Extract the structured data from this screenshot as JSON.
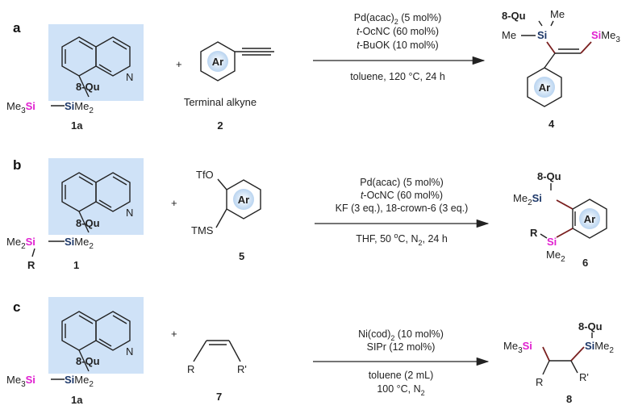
{
  "colors": {
    "highlight": "#cfe2f7",
    "si_pink": "#e020d0",
    "si_navy": "#1c3768"
  },
  "panels": [
    {
      "label": "a",
      "reagent1": {
        "n": "N",
        "qu": "8-Qu",
        "me3": "Me",
        "s3": "3",
        "si1": "Si",
        "si2": "Si",
        "me2": "Me",
        "s2": "2",
        "id": "1a"
      },
      "plus": "+",
      "reagent2": {
        "ar": "Ar",
        "caption": "Terminal alkyne",
        "id": "2"
      },
      "conditions_above": [
        "Pd(acac)",
        "2",
        " (5 mol%)",
        "t",
        "-OcNC (60 mol%)",
        "t",
        "-BuOK (10 mol%)"
      ],
      "conditions_below": [
        "toluene, 120 °C, 24 h"
      ],
      "product": {
        "qu": "8-Qu",
        "me_top": "Me",
        "me_left": "Me",
        "si1": "Si",
        "si2": "Si",
        "me3": "Me",
        "s3": "3",
        "ar": "Ar",
        "id": "4"
      }
    },
    {
      "label": "b",
      "reagent1": {
        "n": "N",
        "qu": "8-Qu",
        "me2a": "Me",
        "s2a": "2",
        "si1": "Si",
        "si2": "Si",
        "me2b": "Me",
        "s2b": "2",
        "r": "R",
        "id": "1"
      },
      "plus": "+",
      "reagent2": {
        "tfo": "TfO",
        "tms": "TMS",
        "ar": "Ar",
        "id": "5"
      },
      "conditions_above": [
        "Pd(acac) (5 mol%)",
        "t",
        "-OcNC (60 mol%)",
        "KF (3 eq.), 18-crown-6 (3 eq.)"
      ],
      "conditions_below": [
        "THF, 50 ",
        "o",
        "C, N",
        "2",
        ", 24 h"
      ],
      "product": {
        "qu": "8-Qu",
        "me2a": "Me",
        "s2a": "2",
        "si1": "Si",
        "ar": "Ar",
        "r": "R",
        "si2": "Si",
        "me2b": "Me",
        "s2b": "2",
        "id": "6"
      }
    },
    {
      "label": "c",
      "reagent1": {
        "n": "N",
        "qu": "8-Qu",
        "me3": "Me",
        "s3": "3",
        "si1": "Si",
        "si2": "Si",
        "me2": "Me",
        "s2": "2",
        "id": "1a"
      },
      "plus": "+",
      "reagent2": {
        "r": "R",
        "rp": "R'",
        "id": "7"
      },
      "conditions_above": [
        "Ni(cod)",
        "2",
        " (10 mol%)",
        "SIPr (12 mol%)"
      ],
      "conditions_below": [
        "toluene (2 mL)",
        "100 °C, N",
        "2"
      ],
      "product": {
        "me3": "Me",
        "s3": "3",
        "si1": "Si",
        "qu": "8-Qu",
        "si2": "Si",
        "me2": "Me",
        "s2": "2",
        "r": "R",
        "rp": "R'",
        "id": "8"
      }
    }
  ]
}
